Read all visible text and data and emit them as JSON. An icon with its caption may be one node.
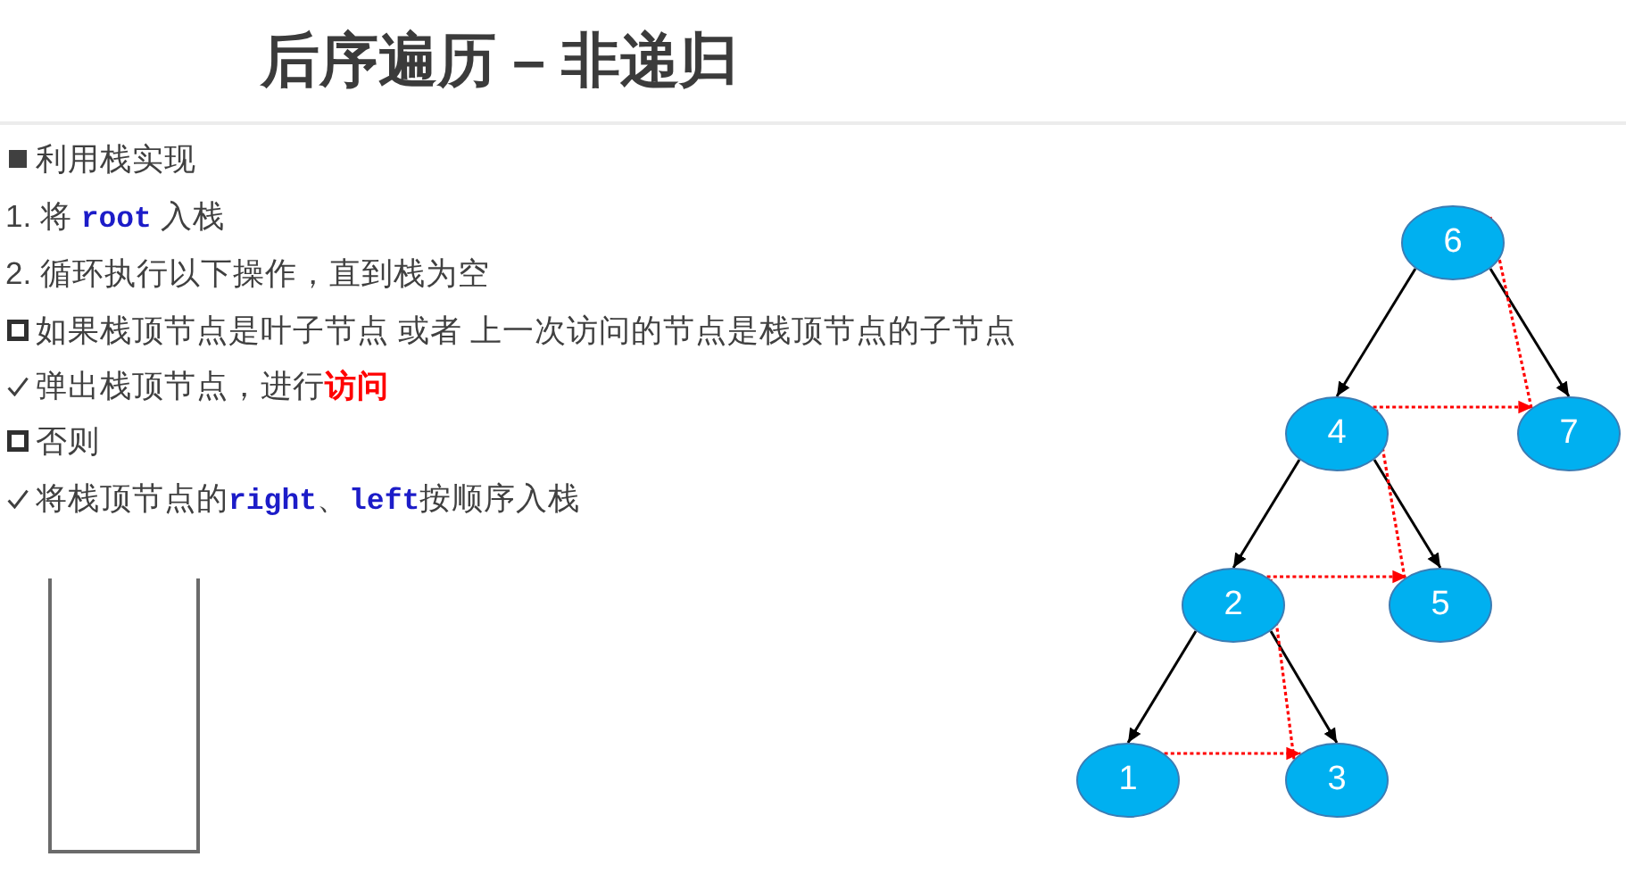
{
  "diagram": {
    "title": "后序遍历 – 非递归",
    "nodes": [
      {
        "text": [
          "6"
        ]
      },
      {
        "text": [
          "4"
        ]
      },
      {
        "text": [
          "7"
        ]
      },
      {
        "text": [
          "2"
        ]
      },
      {
        "text": [
          "5"
        ]
      },
      {
        "text": [
          "1"
        ]
      },
      {
        "text": [
          "3"
        ]
      }
    ],
    "edges": [
      {
        "from": 0,
        "to": 1,
        "arrow": "to"
      },
      {
        "from": 0,
        "to": 2,
        "arrow": "to"
      },
      {
        "from": 1,
        "to": 3,
        "arrow": "to"
      },
      {
        "from": 1,
        "to": 4,
        "arrow": "to"
      },
      {
        "from": 3,
        "to": 5,
        "arrow": "to"
      },
      {
        "from": 3,
        "to": 6,
        "arrow": "to"
      },
      {
        "from": 5,
        "to": 6,
        "arrow": "to",
        "style": "dashed",
        "color": "#ff0000"
      },
      {
        "from": 6,
        "to": 3,
        "arrow": "to",
        "style": "dashed",
        "color": "#ff0000"
      },
      {
        "from": 3,
        "to": 4,
        "arrow": "to",
        "style": "dashed",
        "color": "#ff0000"
      },
      {
        "from": 4,
        "to": 1,
        "arrow": "to",
        "style": "dashed",
        "color": "#ff0000"
      },
      {
        "from": 1,
        "to": 2,
        "arrow": "to",
        "style": "dashed",
        "color": "#ff0000"
      },
      {
        "from": 2,
        "to": 0,
        "arrow": "to",
        "style": "dashed",
        "color": "#ff0000"
      }
    ],
    "labels": [
      "利用栈实现",
      "1. 将 **root** 入栈",
      "2. 循环执行以下操作，直到栈为空",
      "如果栈顶节点是叶子节点 或者 上一次访问的节点是栈顶节点的子节点",
      "弹出栈顶节点，进行**访问**",
      "否则",
      "将栈顶节点的**right**、**left**按顺序入栈"
    ]
  }
}
